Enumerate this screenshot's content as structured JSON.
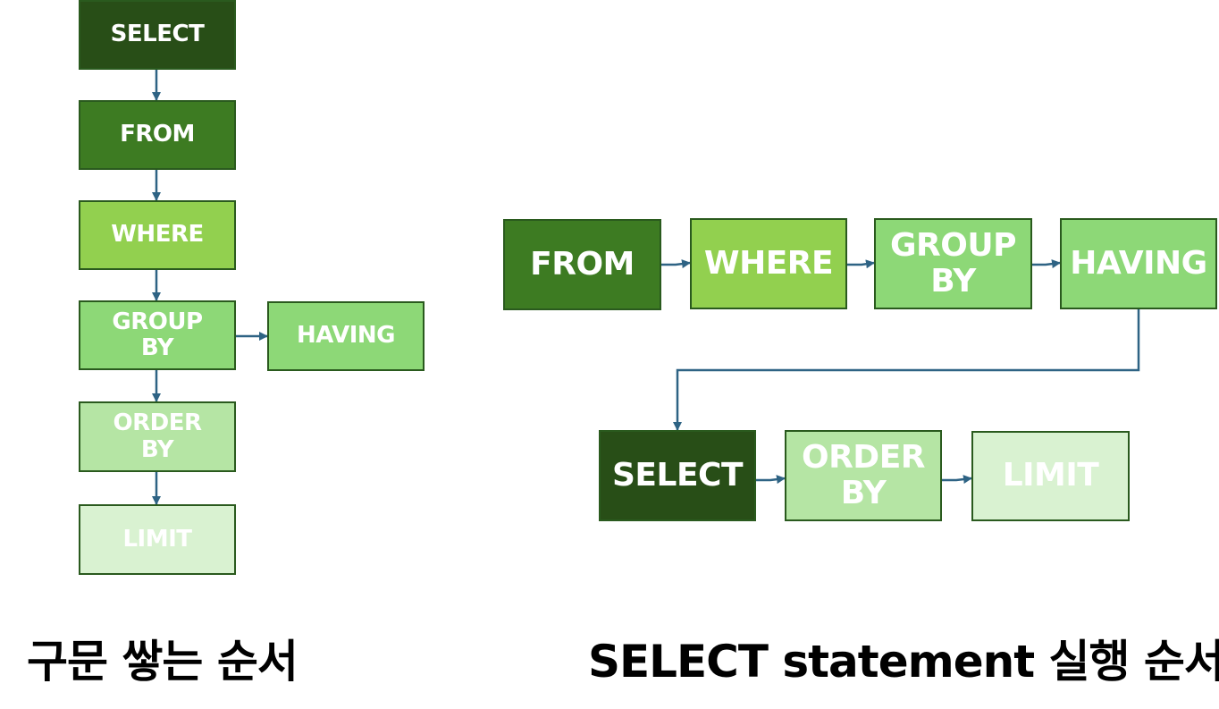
{
  "colors": {
    "select": "#284e17",
    "from": "#3d7b22",
    "where": "#92d04f",
    "group_by": "#8dd877",
    "having": "#8dd877",
    "order_by": "#b5e5a4",
    "limit": "#d9f2d1",
    "border": "#2a5a1e",
    "arrow": "#2e6384"
  },
  "syntax_order": {
    "caption": "구문 쌓는 순서",
    "steps": [
      {
        "id": "select",
        "label": "SELECT"
      },
      {
        "id": "from",
        "label": "FROM"
      },
      {
        "id": "where",
        "label": "WHERE"
      },
      {
        "id": "group_by",
        "label": "GROUP\nBY"
      },
      {
        "id": "order_by",
        "label": "ORDER\nBY"
      },
      {
        "id": "limit",
        "label": "LIMIT"
      }
    ],
    "branch": {
      "id": "having",
      "label": "HAVING",
      "attached_to": "group_by"
    }
  },
  "execution_order": {
    "caption": "SELECT statement 실행 순서",
    "steps": [
      {
        "id": "from",
        "label": "FROM"
      },
      {
        "id": "where",
        "label": "WHERE"
      },
      {
        "id": "group_by",
        "label": "GROUP\nBY"
      },
      {
        "id": "having",
        "label": "HAVING"
      },
      {
        "id": "select",
        "label": "SELECT"
      },
      {
        "id": "order_by",
        "label": "ORDER\nBY"
      },
      {
        "id": "limit",
        "label": "LIMIT"
      }
    ]
  }
}
